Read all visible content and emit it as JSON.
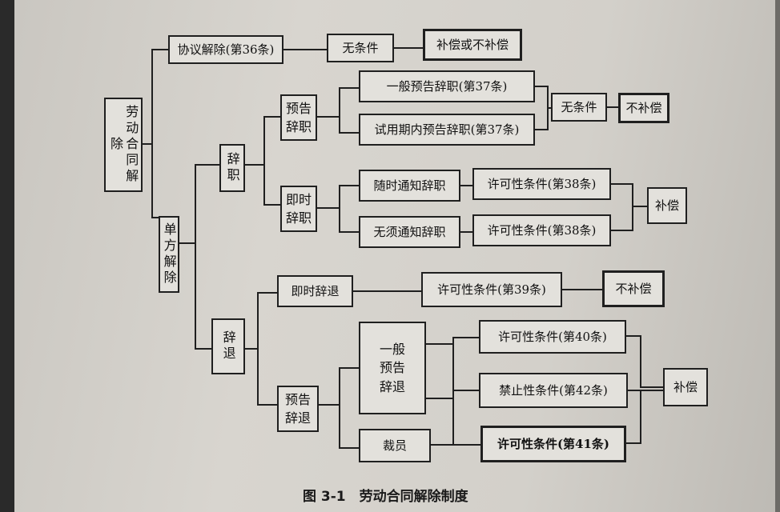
{
  "nodes": {
    "root": "劳动合同解除",
    "mutual": "协议解除(第36条)",
    "mutual_cond": "无条件",
    "mutual_result": "补偿或不补偿",
    "unilateral": "单方解除",
    "resign": "辞职",
    "notice_resign": "预告\n辞职",
    "general_notice": "一般预告辞职(第37条)",
    "probation_notice": "试用期内预告辞职(第37条)",
    "notice_cond": "无条件",
    "notice_result": "不补偿",
    "immediate_resign": "即时\n辞职",
    "anytime": "随时通知辞职",
    "no_notice": "无须通知辞职",
    "perm38a": "许可性条件(第38条)",
    "perm38b": "许可性条件(第38条)",
    "comp38": "补偿",
    "dismiss": "辞退",
    "immediate_dismiss": "即时辞退",
    "perm39": "许可性条件(第39条)",
    "no_comp39": "不补偿",
    "notice_dismiss": "预告\n辞退",
    "general_notice_dismiss": "一般\n预告\n辞退",
    "layoff": "裁员",
    "perm40": "许可性条件(第40条)",
    "prohib42": "禁止性条件(第42条)",
    "perm41": "许可性条件(第41条)",
    "comp_final": "补偿"
  },
  "caption": "图 3-1　劳动合同解除制度",
  "colors": {
    "ink": "#1f1f1f",
    "paper": "#d8d5cf"
  }
}
